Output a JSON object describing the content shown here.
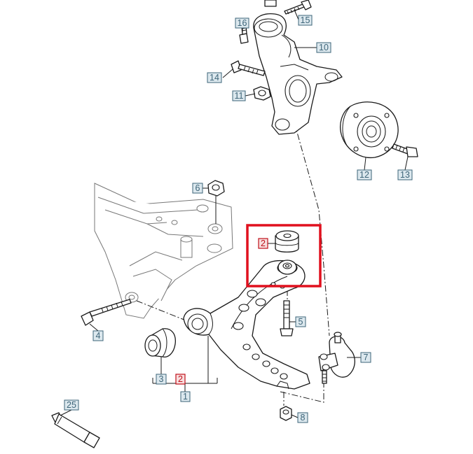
{
  "diagram": {
    "labels": {
      "l1": "1",
      "l2a": "2",
      "l2b": "2",
      "l3": "3",
      "l4": "4",
      "l5": "5",
      "l6": "6",
      "l7": "7",
      "l8": "8",
      "l10": "10",
      "l11": "11",
      "l12": "12",
      "l13": "13",
      "l14": "14",
      "l15": "15",
      "l16": "16",
      "l25": "25"
    },
    "highlight": {
      "color": "#e0101e",
      "target_label": "2"
    },
    "colors": {
      "label_box": "#dce8ee",
      "label_text": "#3d6478",
      "line": "#1a1a1a"
    }
  }
}
